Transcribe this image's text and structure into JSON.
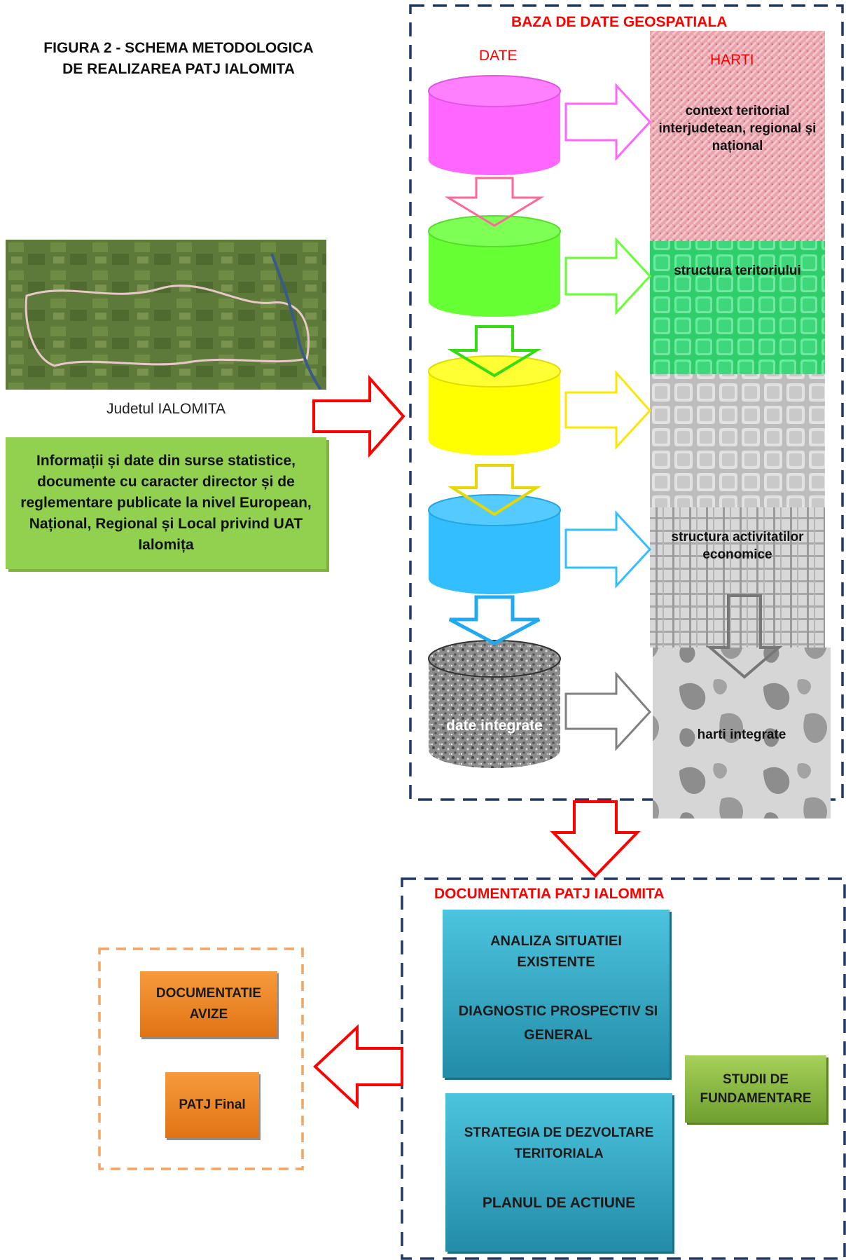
{
  "figure": {
    "title_line1": "FIGURA 2 - SCHEMA METODOLOGICA",
    "title_line2": "DE REALIZAREA PATJ IALOMITA"
  },
  "county": {
    "caption": "Judetul IALOMITA",
    "info": "Informații și date din surse statistice, documente cu caracter director și de reglementare publicate la nivel European, Național, Regional și Local privind UAT Ialomița"
  },
  "database": {
    "title": "BAZA DE DATE GEOSPATIALA",
    "data_label": "DATE",
    "maps_label": "HARTI",
    "integrated_data": "date integrate",
    "maps": [
      "context teritorial interjudetean, regional și național",
      "structura teritoriului",
      "",
      "structura activitatilor economice",
      "harti integrate"
    ],
    "colors": [
      "#ff66ff",
      "#66ff33",
      "#ffff00",
      "#33bfff",
      "#808080"
    ]
  },
  "documentation": {
    "title": "DOCUMENTATIA PATJ IALOMITA",
    "box1_line1": "ANALIZA SITUATIEI EXISTENTE",
    "box1_line2": "DIAGNOSTIC PROSPECTIV SI GENERAL",
    "box2_line1": "STRATEGIA DE DEZVOLTARE TERITORIALA",
    "box2_line2": "PLANUL DE ACTIUNE",
    "studies": "STUDII DE FUNDAMENTARE"
  },
  "output": {
    "item1": "DOCUMENTATIE AVIZE",
    "item2": "PATJ Final"
  }
}
